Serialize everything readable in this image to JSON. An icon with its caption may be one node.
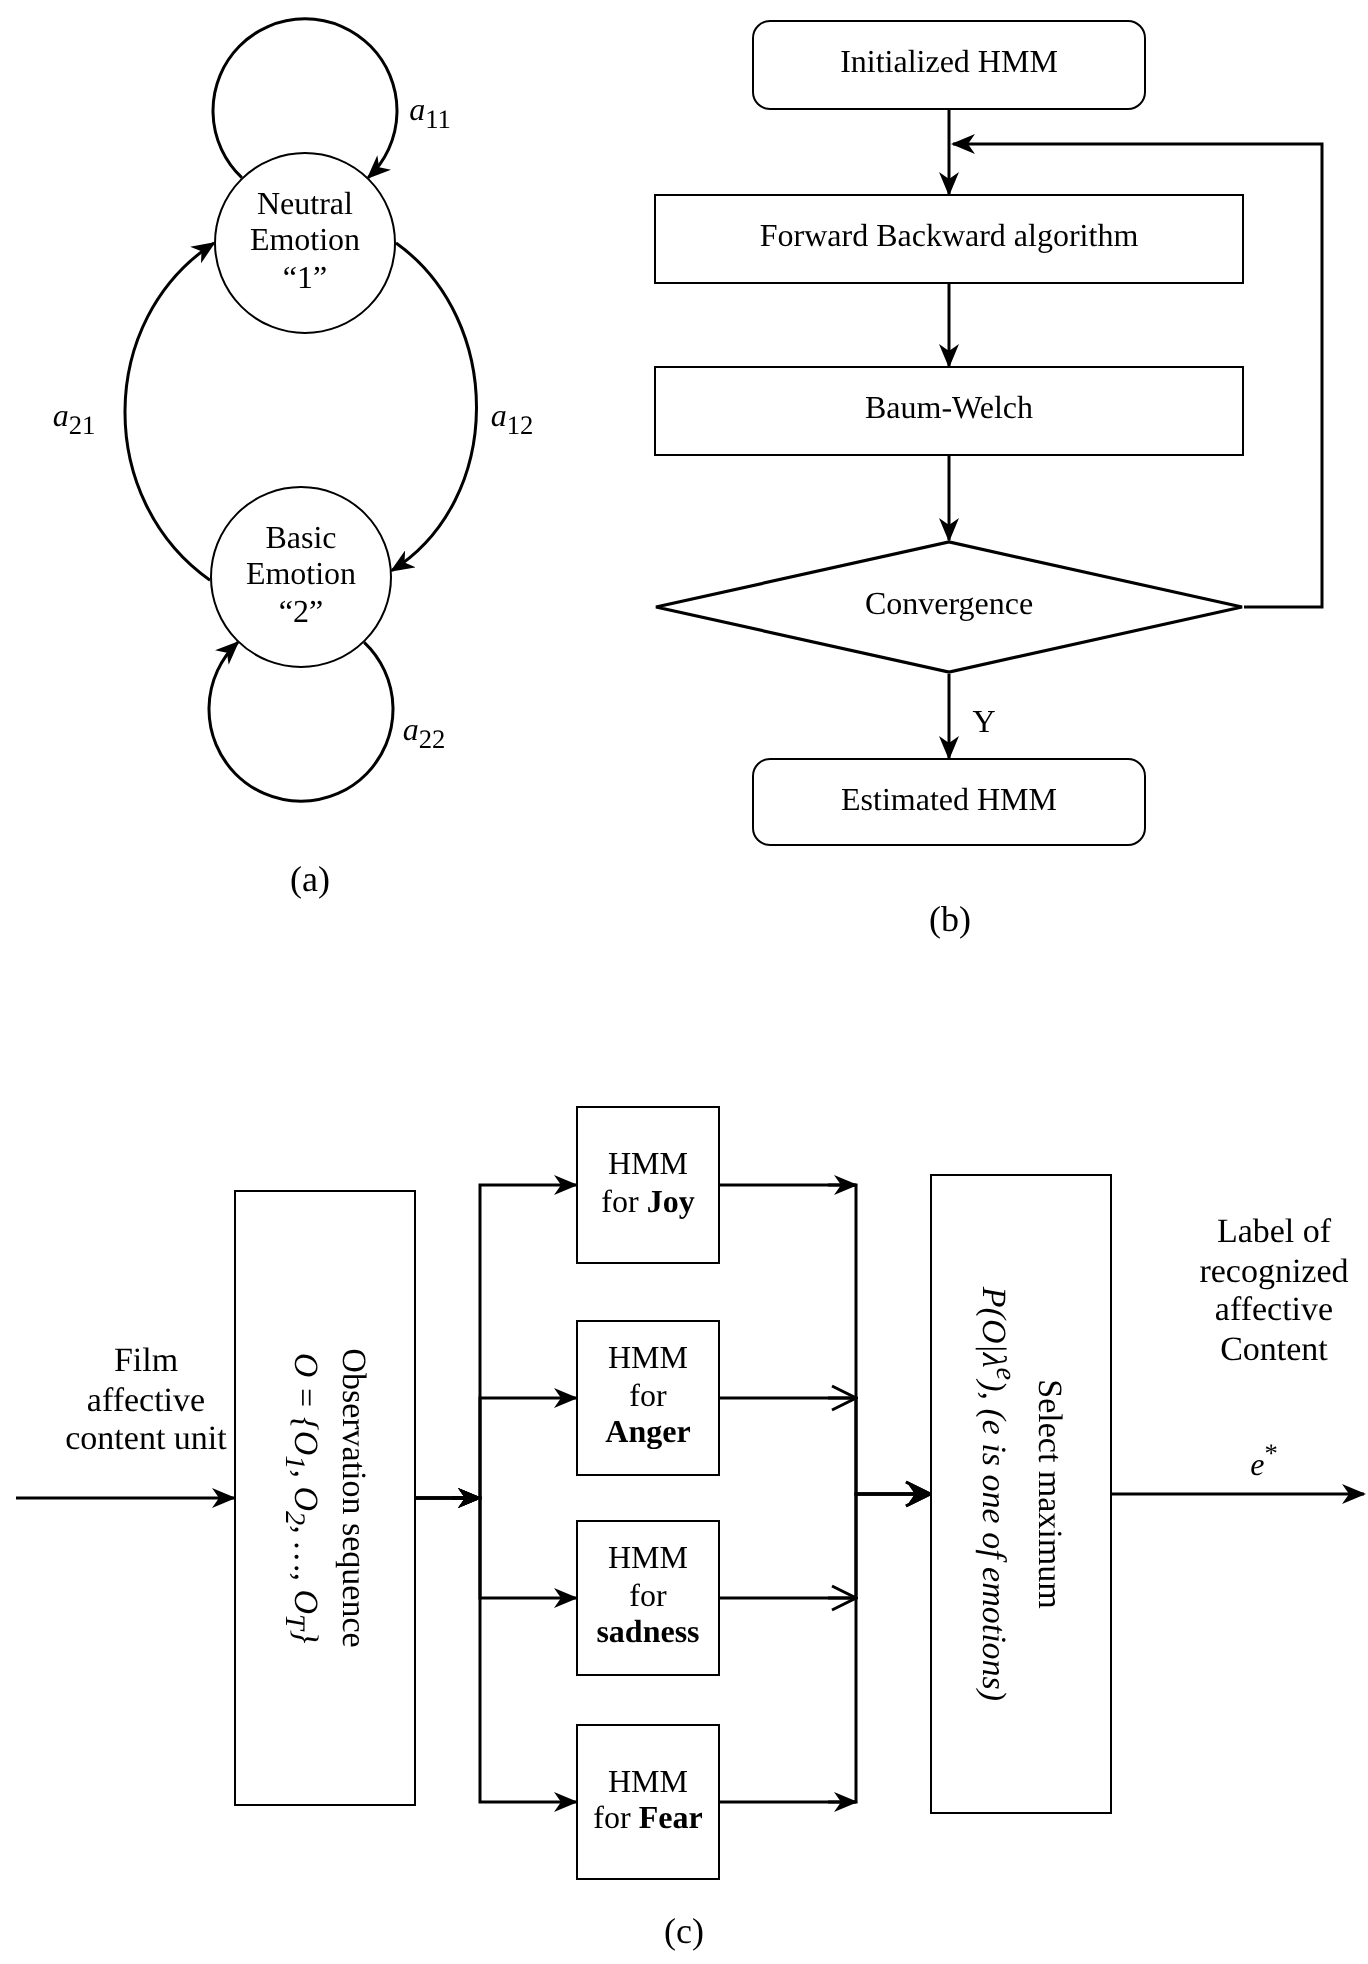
{
  "diagram": {
    "nodes": [
      {
        "text": [
          "Neutral Emotion “1”"
        ]
      },
      {
        "text": [
          "Basic Emotion “2”"
        ]
      },
      {
        "text": [
          "Initialized HMM"
        ]
      },
      {
        "text": [
          "Forward Backward algorithm"
        ]
      },
      {
        "text": [
          "Baum-Welch"
        ]
      },
      {
        "text": [
          "Convergence"
        ]
      },
      {
        "text": [
          "Estimated HMM"
        ]
      },
      {
        "text": [
          "Observation sequence",
          "O = {O$_{1}$, O$_{2}$, …, O$_{T}$}"
        ]
      },
      {
        "text": [
          "HMM for **Joy**"
        ]
      },
      {
        "text": [
          "HMM for **Anger**"
        ]
      },
      {
        "text": [
          "HMM for **sadness**"
        ]
      },
      {
        "text": [
          "HMM for **Fear**"
        ]
      },
      {
        "text": [
          "Select maximum",
          "P(O|λ$^{e}$), (e is one of emotions)"
        ]
      }
    ],
    "edges": [
      {
        "from": 0,
        "to": 0,
        "arrow": "to",
        "label": "*a*$_{11}$"
      },
      {
        "from": 0,
        "to": 1,
        "arrow": "to",
        "label": "*a*$_{12}$"
      },
      {
        "from": 1,
        "to": 0,
        "arrow": "to",
        "label": "*a*$_{21}$"
      },
      {
        "from": 1,
        "to": 1,
        "arrow": "to",
        "label": "*a*$_{22}$"
      },
      {
        "from": 2,
        "to": 3,
        "arrow": "to"
      },
      {
        "from": 3,
        "to": 4,
        "arrow": "to"
      },
      {
        "from": 4,
        "to": 5,
        "arrow": "to"
      },
      {
        "from": 5,
        "to": 3,
        "arrow": "to"
      },
      {
        "from": 5,
        "to": 6,
        "arrow": "to",
        "label": "Y"
      },
      {
        "from": null,
        "to": 7,
        "arrow": "to",
        "label": "Film affective content unit"
      },
      {
        "from": 7,
        "to": 8,
        "arrow": "to"
      },
      {
        "from": 7,
        "to": 9,
        "arrow": "to"
      },
      {
        "from": 7,
        "to": 10,
        "arrow": "to"
      },
      {
        "from": 7,
        "to": 11,
        "arrow": "to"
      },
      {
        "from": 8,
        "to": 12,
        "arrow": "to"
      },
      {
        "from": 9,
        "to": 12,
        "arrow": "to"
      },
      {
        "from": 10,
        "to": 12,
        "arrow": "to"
      },
      {
        "from": 11,
        "to": 12,
        "arrow": "to"
      },
      {
        "from": 12,
        "to": null,
        "arrow": "to",
        "label": "*e*$^{*}$"
      }
    ],
    "labels": [
      "(a)",
      "(b)",
      "Label of recognized affective Content",
      "(c)"
    ]
  }
}
